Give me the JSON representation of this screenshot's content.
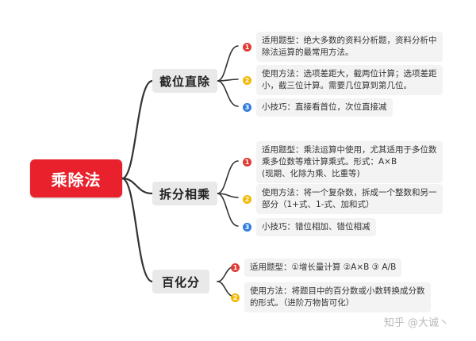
{
  "root": {
    "label": "乘除法"
  },
  "branches": [
    {
      "label": "截位直除",
      "items": [
        {
          "badge": "1",
          "lines": [
            "适用题型：绝大多数的资料分析题，资料分析中",
            "除法运算的最常用方法。"
          ]
        },
        {
          "badge": "2",
          "lines": [
            "使用方法：选项差距大，截两位计算；选项差距",
            "小，截三位计算。需要几位算到第几位。"
          ]
        },
        {
          "badge": "3",
          "lines": [
            "小技巧：直接看首位，次位直接减"
          ]
        }
      ]
    },
    {
      "label": "拆分相乘",
      "items": [
        {
          "badge": "1",
          "lines": [
            "适用题型：乘法运算中使用，尤其适用于多位数",
            "乘多位数等难计算乘式。形式：A×B",
            "(现期、化除为乘、比重等)"
          ]
        },
        {
          "badge": "2",
          "lines": [
            "使用方法：将一个复杂数，拆成一个整数和另一",
            "部分（1+式、1-式、加和式）"
          ]
        },
        {
          "badge": "3",
          "lines": [
            "小技巧：错位相加、错位相减"
          ]
        }
      ]
    },
    {
      "label": "百化分",
      "items": [
        {
          "badge": "1",
          "lines": [
            "适用题型：①增长量计算 ②A×B  ③ A/B"
          ]
        },
        {
          "badge": "2",
          "lines": [
            "使用方法：将题目中的百分数或小数转换成分数",
            "的形式。（进阶万物皆可化）"
          ]
        }
      ]
    }
  ],
  "watermark": "知乎 @大诚丶",
  "colors": {
    "root": "#e8212c",
    "badge_1": "#e23b34",
    "badge_2": "#f5b800",
    "badge_3": "#2f7de1",
    "link": "#333333"
  }
}
